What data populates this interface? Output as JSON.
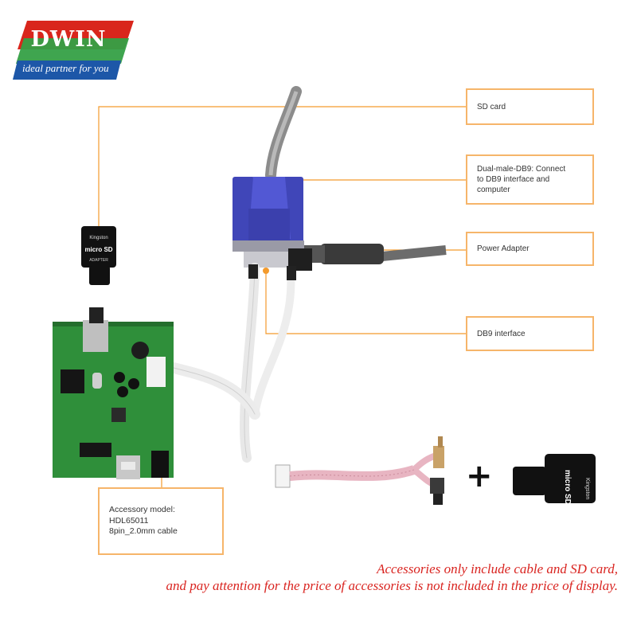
{
  "logo": {
    "brand": "DWIN",
    "tagline": "ideal partner for you"
  },
  "callouts": {
    "sd_card": "SD card",
    "dual_db9_line1": "Dual-male-DB9: Connect",
    "dual_db9_line2": "to DB9 interface and computer",
    "power_adapter": "Power Adapter",
    "db9_interface": "DB9 interface",
    "accessory_line1": "Accessory model: HDL65011",
    "accessory_line2": "8pin_2.0mm cable"
  },
  "sd_card_small": {
    "brand": "Kingston",
    "model": "micro SD",
    "label": "ADAPTER"
  },
  "sd_card_large": {
    "brand": "Kingston",
    "model": "micro SD"
  },
  "plus_sign": "+",
  "notes": {
    "line1": "Accessories only include cable and SD card,",
    "line2": "and pay attention for the price of accessories is not included in the price of display."
  },
  "colors": {
    "callout_border": "#f6b56a",
    "leader_line": "#f39a2c",
    "note_text": "#d9231f",
    "pcb_green": "#2f8f3a",
    "db9_blue": "#4b4fc7"
  }
}
